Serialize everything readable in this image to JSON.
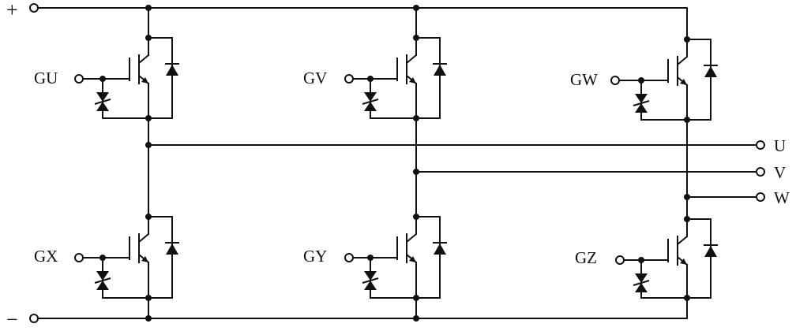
{
  "rails": {
    "positive_label": "+",
    "negative_label": "−"
  },
  "gates": {
    "upper": [
      "GU",
      "GV",
      "GW"
    ],
    "lower": [
      "GX",
      "GY",
      "GZ"
    ]
  },
  "outputs": [
    "U",
    "V",
    "W"
  ]
}
